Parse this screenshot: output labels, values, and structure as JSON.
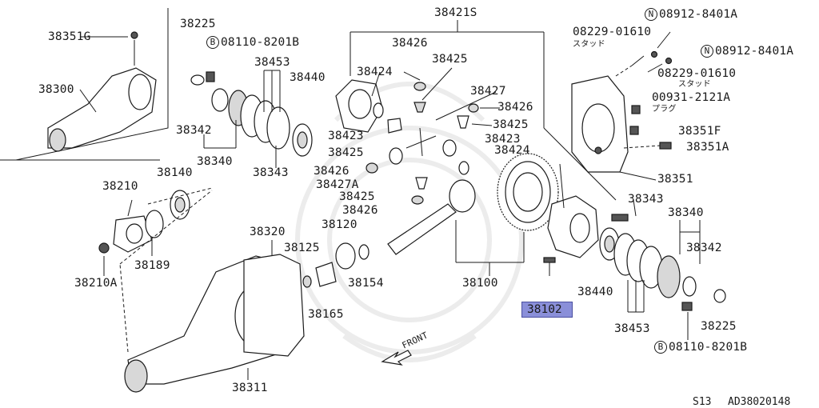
{
  "diagram": {
    "labels": {
      "l38351G": "38351G",
      "l38300": "38300",
      "l38225a": "38225",
      "l08110a": "08110-8201B",
      "l38453a": "38453",
      "l38440a": "38440",
      "l38342a": "38342",
      "l38340a": "38340",
      "l38343a": "38343",
      "l38421S": "38421S",
      "l38426a": "38426",
      "l38425a": "38425",
      "l38424a": "38424",
      "l38427": "38427",
      "l38426b": "38426",
      "l38423a": "38423",
      "l38425b": "38425",
      "l38425c": "38425",
      "l38423b": "38423",
      "l38424b": "38424",
      "l38426c": "38426",
      "l38427A": "38427A",
      "l38425d": "38425",
      "l38426d": "38426",
      "l08912a": "08912-8401A",
      "l08229a": "08229-01610",
      "lstud_a": "スタッド",
      "l08912b": "08912-8401A",
      "l08229b": "08229-01610",
      "lstud_b": "スタッド",
      "l00931": "00931-2121A",
      "lplug": "プラグ",
      "l38351F": "38351F",
      "l38351A": "38351A",
      "l38351": "38351",
      "l38210": "38210",
      "l38140": "38140",
      "l38189": "38189",
      "l38210A": "38210A",
      "l38320": "38320",
      "l38125": "38125",
      "l38120": "38120",
      "l38154": "38154",
      "l38165": "38165",
      "l38100": "38100",
      "l38343b": "38343",
      "l38340b": "38340",
      "l38342b": "38342",
      "l38440b": "38440",
      "l38453b": "38453",
      "l38225b": "38225",
      "l08110b": "08110-8201B",
      "l38311": "38311",
      "lfront": "FRONT",
      "circle_B": "B",
      "circle_N": "N"
    },
    "highlighted_part": "38102",
    "footer": {
      "code": "S13",
      "drawing_id": "AD38020148"
    }
  }
}
